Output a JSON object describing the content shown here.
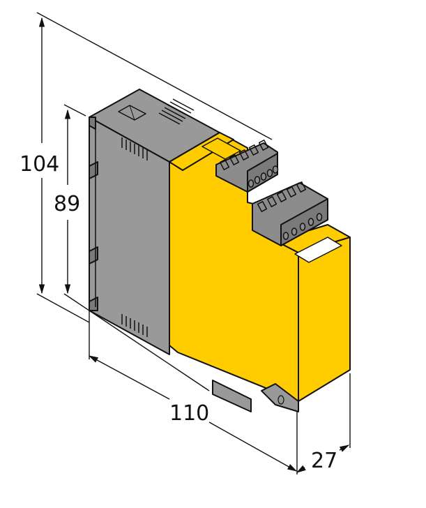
{
  "diagram": {
    "type": "dimension-drawing",
    "subject": "DIN-rail mounted module",
    "units_shown": false
  },
  "dimensions": {
    "overall_height": "104",
    "body_height": "89",
    "depth": "110",
    "width": "27"
  },
  "colors": {
    "housing_yellow": "#FFCC00",
    "housing_gray": "#999999",
    "terminal_gray": "#8C8C8C",
    "outline": "#111111",
    "background": "#FFFFFF",
    "label_white": "#FFFFFF"
  },
  "components": {
    "terminal_blocks": 2,
    "terminals_per_block": 5
  }
}
